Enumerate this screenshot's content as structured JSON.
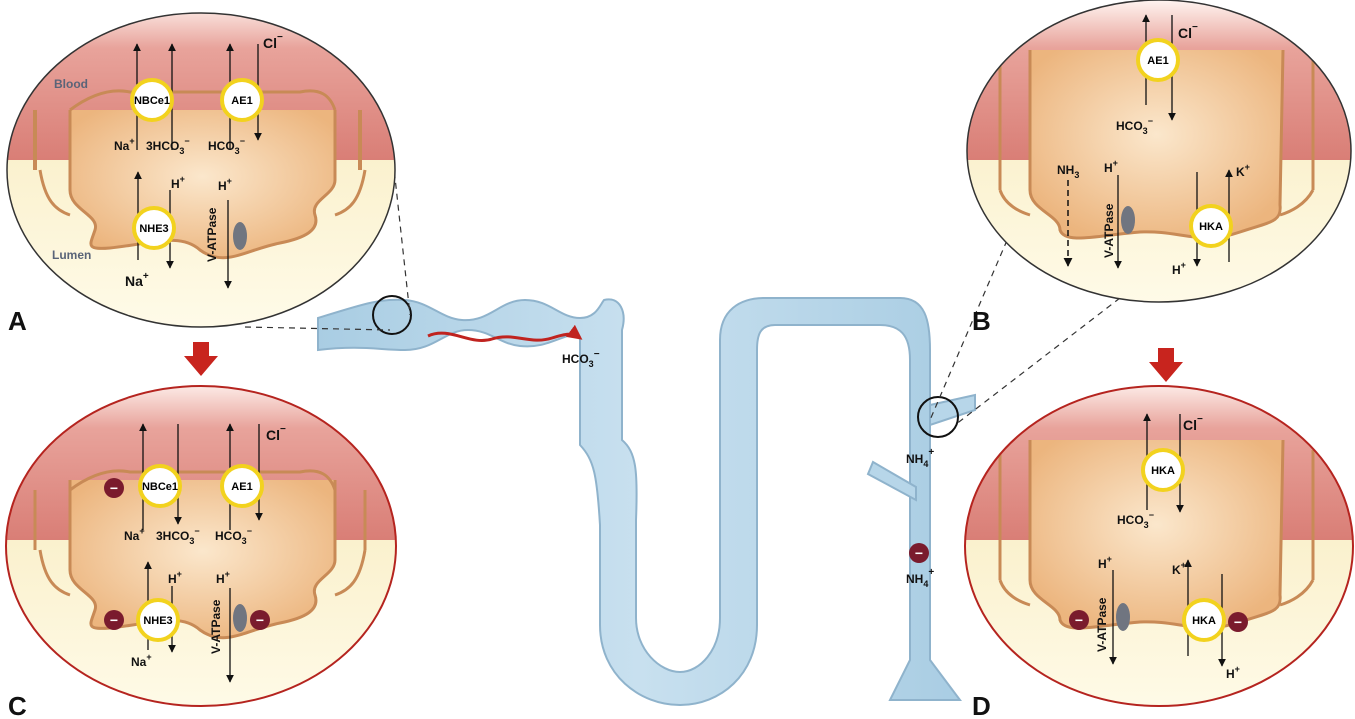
{
  "panel_letters": {
    "a": "A",
    "b": "B",
    "c": "C",
    "d": "D"
  },
  "side_labels": {
    "blood": "Blood",
    "lumen": "Lumen"
  },
  "transporters": {
    "nbce1": "NBCe1",
    "ae1": "AE1",
    "nhe3": "NHE3",
    "hka": "HKA",
    "vatpase": "V-ATPase"
  },
  "ions": {
    "na": "Na",
    "h": "H",
    "k": "K",
    "cl": "Cl",
    "nh3": "NH",
    "nh4": "NH",
    "hco3": "HCO",
    "three_hco3": "3HCO",
    "plus": "+",
    "minus": "−",
    "sub3": "3",
    "sub4": "4"
  },
  "inhibit_symbol": "−",
  "tubule": {
    "hco3_label": "HCO",
    "nh4_label": "NH"
  },
  "colors": {
    "blood": "#d9867f",
    "cell": "#f0c08e",
    "lumen": "#f7efc0",
    "membrane": "#c88a56",
    "transporter_ring": "#f2d21e",
    "inhibit": "#7a1b2d",
    "panel_border_inhibited": "#b5241f",
    "tubule_fill": "#b7d6e9",
    "tubule_stroke": "#8fb3cc",
    "flow_arrow": "#c0231f"
  }
}
